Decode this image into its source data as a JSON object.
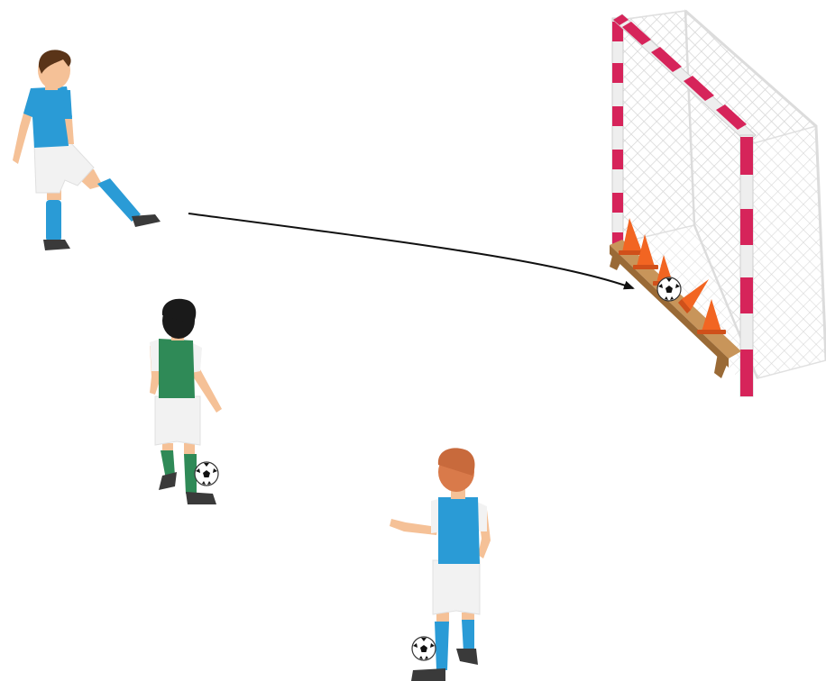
{
  "scene": {
    "background": "#ffffff",
    "colors": {
      "goal_post_red": "#d6245a",
      "goal_post_white": "#eeeeee",
      "net": "#d9d9d9",
      "bench": "#c8955a",
      "bench_dark": "#9a6a36",
      "cone": "#f26522",
      "jersey_blue": "#2a9bd6",
      "vest_green": "#2f8a57",
      "shorts": "#f2f2f2",
      "skin": "#f5c197",
      "hair_brown": "#5a3418",
      "hair_black": "#1a1a1a",
      "hair_ginger": "#d97a4a",
      "shoe": "#3a3a3a",
      "arrow": "#111111"
    },
    "elements": {
      "goal": "futsal-goal",
      "target": "bench-with-cones",
      "cones_count": 5,
      "players": [
        {
          "role": "shooter",
          "kit": "blue-jersey"
        },
        {
          "role": "waiting-player",
          "kit": "green-vest"
        },
        {
          "role": "waiting-player",
          "kit": "blue-vest"
        }
      ],
      "balls_count": 3,
      "arrow": "shot-path"
    }
  }
}
